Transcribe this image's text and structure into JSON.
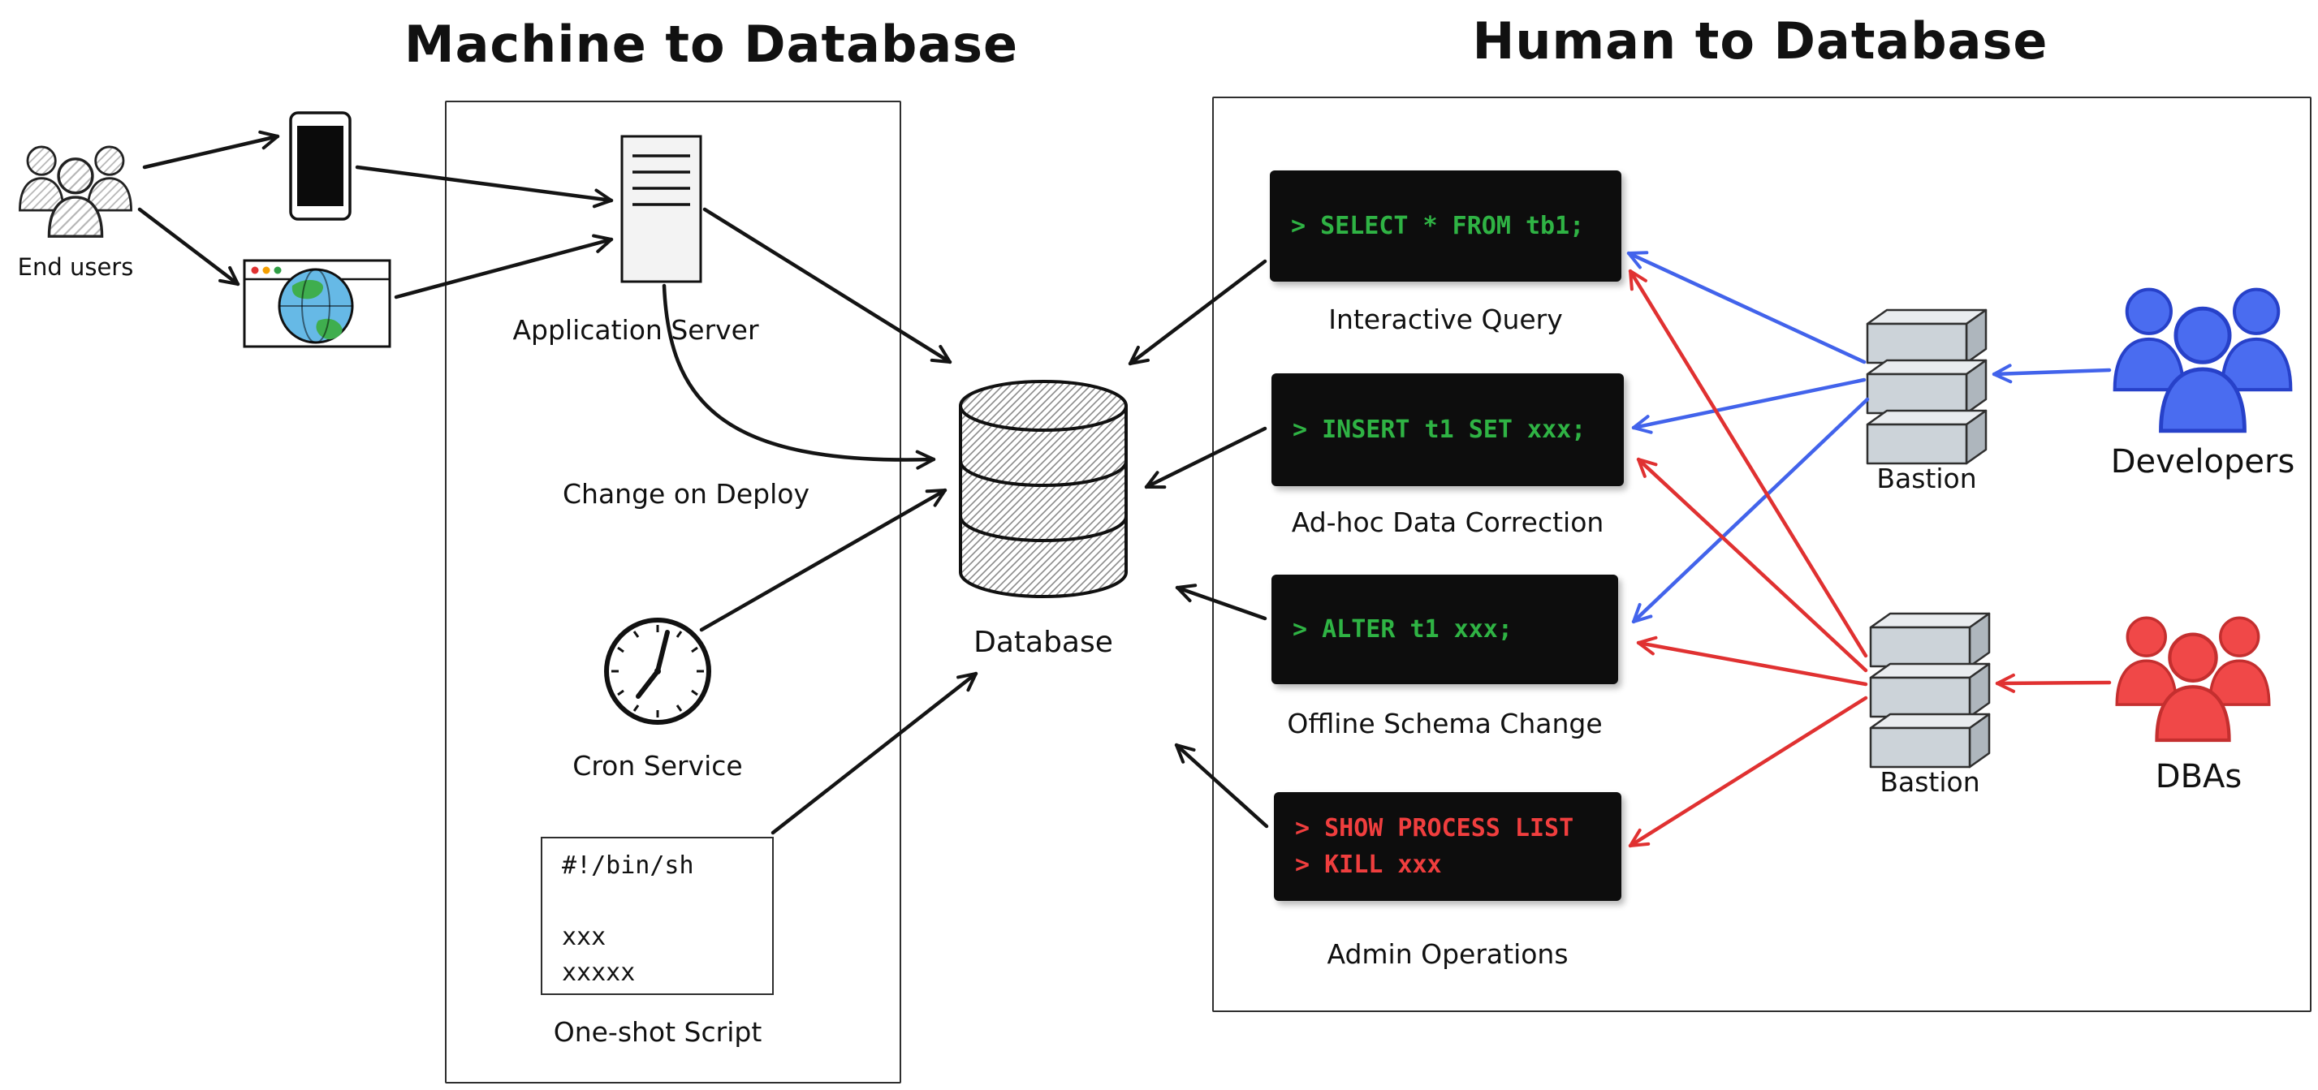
{
  "titles": {
    "machine": "Machine to Database",
    "human": "Human to Database"
  },
  "machine": {
    "end_users_label": "End users",
    "app_server_label": "Application Server",
    "change_on_deploy_label": "Change on Deploy",
    "cron_label": "Cron Service",
    "script_label": "One-shot Script",
    "script_lines": [
      "#!/bin/sh",
      "",
      "xxx",
      "xxxxx"
    ],
    "database_label": "Database"
  },
  "human": {
    "terminals": [
      {
        "label": "Interactive Query",
        "color": "terminal_green",
        "lines": [
          "> SELECT * FROM tb1;"
        ]
      },
      {
        "label": "Ad-hoc Data Correction",
        "color": "terminal_green",
        "lines": [
          "> INSERT t1 SET xxx;"
        ]
      },
      {
        "label": "Offline Schema Change",
        "color": "terminal_green",
        "lines": [
          "> ALTER t1 xxx;"
        ]
      },
      {
        "label": "Admin Operations",
        "color": "terminal_red",
        "lines": [
          "> SHOW PROCESS LIST",
          "> KILL xxx"
        ]
      }
    ],
    "bastion_dev_label": "Bastion",
    "bastion_dba_label": "Bastion",
    "developers_label": "Developers",
    "dbas_label": "DBAs"
  },
  "colors": {
    "ink": "#141414",
    "blue": "#4263eb",
    "red": "#e03131",
    "terminal_green": "#2fb344",
    "terminal_red": "#f03e3e",
    "terminal_bg": "#0d0d0d",
    "people_blue_fill": "#4a6cf0",
    "people_blue_stroke": "#2741c9",
    "people_red_fill": "#f04848",
    "people_red_stroke": "#c42f2f"
  }
}
